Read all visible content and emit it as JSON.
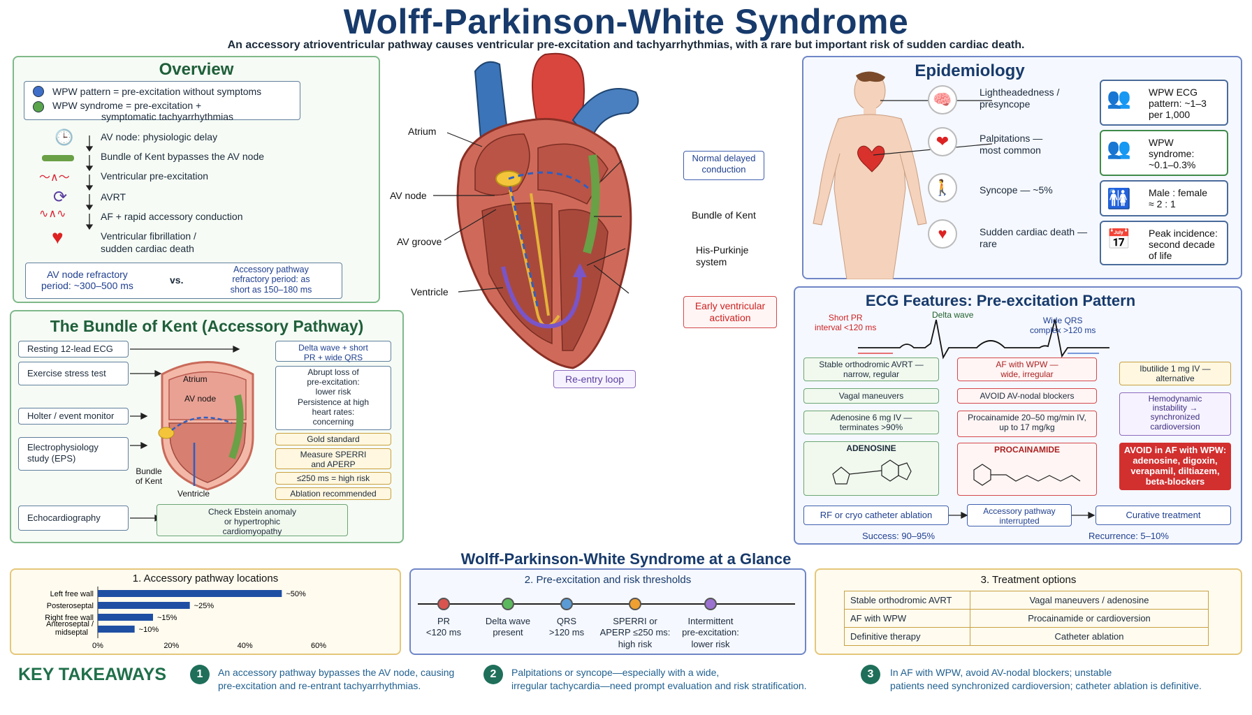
{
  "header": {
    "title": "Wolff-Parkinson-White Syndrome",
    "subtitle": "An accessory atrioventricular pathway causes ventricular pre-excitation and tachyarrhythmias, with a rare but important risk of sudden cardiac death."
  },
  "overview": {
    "title": "Overview",
    "pattern_def": "WPW pattern = pre-excitation without symptoms",
    "syndrome_def_1": "WPW syndrome = pre-excitation +",
    "syndrome_def_2": "symptomatic tachyarrhythmias",
    "steps": [
      "AV node: physiologic delay",
      "Bundle of Kent  bypasses the AV node",
      "Ventricular pre-excitation",
      "AVRT",
      "AF + rapid accessory conduction",
      "Ventricular fibrillation /",
      "sudden cardiac death"
    ],
    "av_refractory_1": "AV node refractory",
    "av_refractory_2": "period: ~300–500 ms",
    "vs": "vs.",
    "ap_refractory_1": "Accessory pathway",
    "ap_refractory_2": "refractory period: as",
    "ap_refractory_3": "short as 150–180 ms"
  },
  "kent": {
    "title": "The Bundle of Kent (Accessory Pathway)",
    "tests": [
      "Resting 12-lead ECG",
      "Exercise stress test",
      "Holter / event monitor",
      "Electrophysiology",
      "study (EPS)",
      "Echocardiography"
    ],
    "delta_1": "Delta wave + short",
    "delta_2": "PR + wide QRS",
    "abrupt_1": "Abrupt loss of",
    "abrupt_2": "pre-excitation:",
    "abrupt_3": "lower risk",
    "persist_1": "Persistence at high",
    "persist_2": "heart rates:",
    "persist_3": "concerning",
    "gold": "Gold standard",
    "measure_1": "Measure SPERRI",
    "measure_2": "and APERP",
    "risk": "≤250 ms = high risk",
    "ablation": "Ablation recommended",
    "ebstein_1": "Check Ebstein anomaly",
    "ebstein_2": "or hypertrophic",
    "ebstein_3": "cardiomyopathy",
    "heart_atrium": "Atrium",
    "heart_avnode": "AV node",
    "heart_bundle_1": "Bundle",
    "heart_bundle_2": "of Kent",
    "heart_ventricle": "Ventricle"
  },
  "heart": {
    "atrium": "Atrium",
    "av_node": "AV node",
    "av_groove": "AV groove",
    "ventricle": "Ventricle",
    "normal_1": "Normal delayed",
    "normal_2": "conduction",
    "bundle": "Bundle of Kent",
    "his_1": "His-Purkinje",
    "his_2": "system",
    "early_1": "Early ventricular",
    "early_2": "activation",
    "reentry": "Re-entry loop"
  },
  "epidemiology": {
    "title": "Epidemiology",
    "symptoms": [
      {
        "l1": "Lightheadedness /",
        "l2": "presyncope"
      },
      {
        "l1": "Palpitations —",
        "l2": "most common"
      },
      {
        "l1": "Syncope — ~5%",
        "l2": ""
      },
      {
        "l1": "Sudden cardiac death —",
        "l2": "rare"
      }
    ],
    "cards": [
      {
        "l1": "WPW ECG",
        "l2": "pattern: ~1–3",
        "l3": "per 1,000"
      },
      {
        "l1": "WPW",
        "l2": "syndrome:",
        "l3": "~0.1–0.3%"
      },
      {
        "l1": "Male : female",
        "l2": "≈ 2 : 1",
        "l3": ""
      },
      {
        "l1": "Peak incidence:",
        "l2": "second decade",
        "l3": "of life"
      }
    ]
  },
  "ecg": {
    "title": "ECG Features: Pre-excitation Pattern",
    "short_pr_1": "Short PR",
    "short_pr_2": "interval <120 ms",
    "delta": "Delta wave",
    "wide_1": "Wide QRS",
    "wide_2": "complex >120 ms",
    "stable_1": "Stable orthodromic AVRT —",
    "stable_2": "narrow, regular",
    "vagal": "Vagal maneuvers",
    "adeno_1": "Adenosine 6 mg IV —",
    "adeno_2": "terminates >90%",
    "adenosine_label": "ADENOSINE",
    "af_1": "AF with WPW —",
    "af_2": "wide, irregular",
    "avoid_av": "AVOID AV-nodal blockers",
    "procain_1": "Procainamide 20–50 mg/min IV,",
    "procain_2": "up to 17 mg/kg",
    "procain_label": "PROCAINAMIDE",
    "ibutilide_1": "Ibutilide 1 mg IV —",
    "ibutilide_2": "alternative",
    "hemo_1": "Hemodynamic",
    "hemo_2": "instability →",
    "hemo_3": "synchronized",
    "hemo_4": "cardioversion",
    "avoid_af_1": "AVOID in AF with WPW:",
    "avoid_af_2": "adenosine, digoxin,",
    "avoid_af_3": "verapamil, diltiazem,",
    "avoid_af_4": "beta-blockers",
    "rf": "RF or cryo catheter ablation",
    "interrupted_1": "Accessory pathway",
    "interrupted_2": "interrupted",
    "curative": "Curative treatment",
    "success": "Success: 90–95%",
    "recurrence": "Recurrence: 5–10%"
  },
  "glance": {
    "title": "Wolff-Parkinson-White Syndrome at a Glance",
    "p1_title": "1. Accessory pathway locations",
    "p2_title": "2. Pre-excitation and risk thresholds",
    "p3_title": "3. Treatment options",
    "thresholds": [
      {
        "l1": "PR",
        "l2": "<120 ms",
        "l3": "",
        "color": "#d9534f"
      },
      {
        "l1": "Delta wave",
        "l2": "present",
        "l3": "",
        "color": "#5cb85c"
      },
      {
        "l1": "QRS",
        "l2": ">120 ms",
        "l3": "",
        "color": "#5b9bd5"
      },
      {
        "l1": "SPERRI or",
        "l2": "APERP ≤250 ms:",
        "l3": "high risk",
        "color": "#f0a030"
      },
      {
        "l1": "Intermittent",
        "l2": "pre-excitation:",
        "l3": "lower risk",
        "color": "#9b72cf"
      }
    ],
    "treatment": [
      {
        "c1": "Stable orthodromic AVRT",
        "c2": "Vagal maneuvers / adenosine"
      },
      {
        "c1": "AF with WPW",
        "c2": "Procainamide or cardioversion"
      },
      {
        "c1": "Definitive therapy",
        "c2": "Catheter ablation"
      }
    ]
  },
  "chart_data": {
    "type": "bar",
    "orientation": "horizontal",
    "title": "1. Accessory pathway locations",
    "categories": [
      "Left free wall",
      "Posteroseptal",
      "Right free wall",
      "Anteroseptal / midseptal"
    ],
    "values": [
      50,
      25,
      15,
      10
    ],
    "value_labels": [
      "~50%",
      "~25%",
      "~15%",
      "~10%"
    ],
    "xlim": [
      0,
      60
    ],
    "xticks": [
      "0%",
      "20%",
      "40%",
      "60%"
    ],
    "color": "#1f4fa3"
  },
  "takeaways": {
    "title": "KEY TAKEAWAYS",
    "items": [
      {
        "n": "1",
        "l1": "An accessory pathway bypasses the AV node, causing",
        "l2": "pre-excitation and re-entrant tachyarrhythmias."
      },
      {
        "n": "2",
        "l1": "Palpitations or syncope—especially with a wide,",
        "l2": "irregular tachycardia—need prompt evaluation and risk stratification."
      },
      {
        "n": "3",
        "l1": "In AF with WPW, avoid AV-nodal blockers; unstable",
        "l2": "patients need synchronized cardioversion; catheter ablation is definitive."
      }
    ]
  }
}
